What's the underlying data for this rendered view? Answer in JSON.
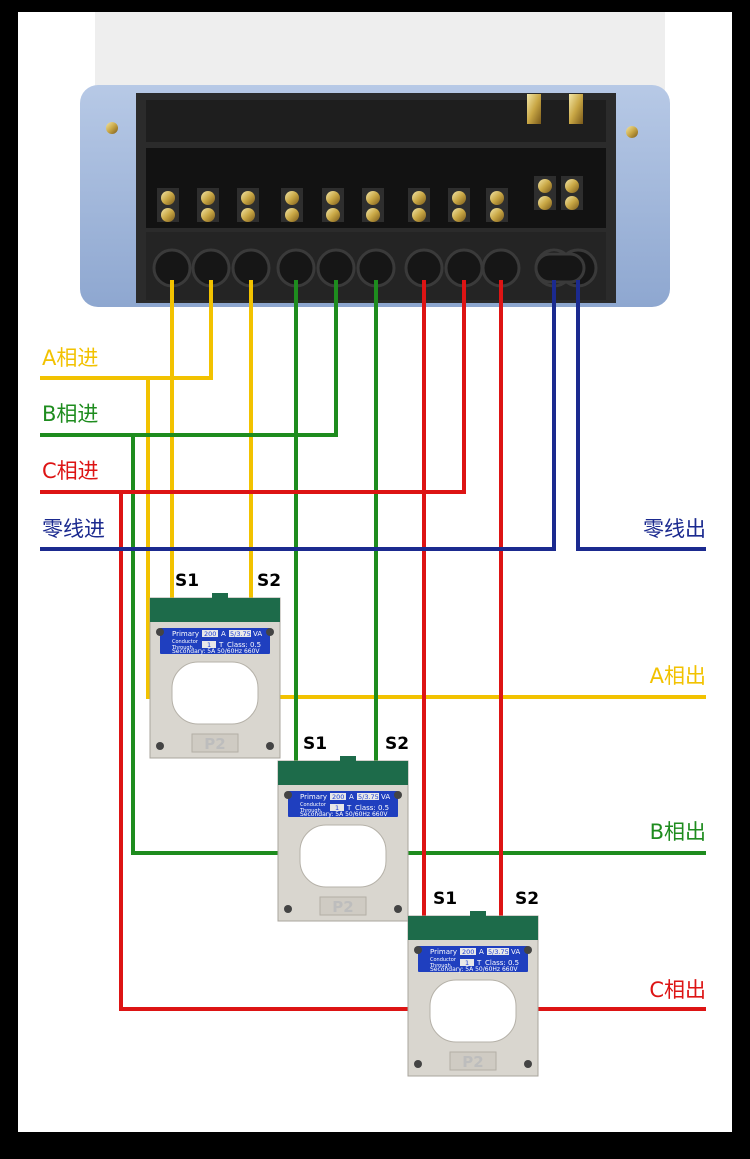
{
  "colors": {
    "phase_a": "#f2c200",
    "phase_b": "#1e8c1e",
    "phase_c": "#dd1414",
    "neutral": "#1b2a8f",
    "ct_top": "#1d6b4a",
    "ct_body": "#d9d6cf",
    "plate": "#1f3fbf"
  },
  "labels": {
    "a_in": "A相进",
    "b_in": "B相进",
    "c_in": "C相进",
    "n_in": "零线进",
    "n_out": "零线出",
    "a_out": "A相出",
    "b_out": "B相出",
    "c_out": "C相出"
  },
  "ct": {
    "s1": "S1",
    "s2": "S2",
    "p2": "P2",
    "primary_label": "Primary",
    "primary_value": "200",
    "primary_unit": "A",
    "va_value": "5/3.75",
    "va_unit": "VA",
    "conductor_label": "Conductor",
    "through_label": "Through",
    "turns_value": "1",
    "turns_unit": "T",
    "class_text": "Class: 0.5",
    "secondary_text": "Secondary: 5A  50/60Hz 660V"
  }
}
